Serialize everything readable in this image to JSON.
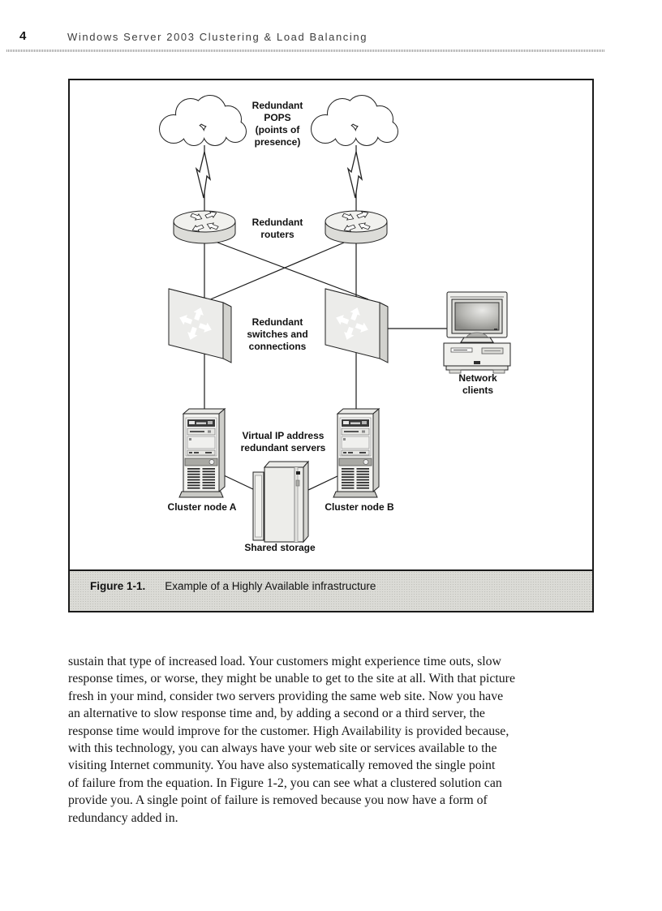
{
  "header": {
    "page_number": "4",
    "title": "Windows Server 2003 Clustering & Load Balancing"
  },
  "figure": {
    "caption_label": "Figure 1-1.",
    "caption_text": "Example of a Highly Available infrastructure",
    "labels": {
      "pops": [
        "Redundant",
        "POPS",
        "(points of",
        "presence)"
      ],
      "routers": [
        "Redundant",
        "routers"
      ],
      "switches": [
        "Redundant",
        "switches and",
        "connections"
      ],
      "clients": [
        "Network",
        "clients"
      ],
      "vip": [
        "Virtual IP address",
        "redundant servers"
      ],
      "node_a": "Cluster node A",
      "node_b": "Cluster node B",
      "storage": "Shared storage"
    },
    "icons": [
      "cloud-icon",
      "lightning-icon",
      "router-icon",
      "switch-icon",
      "server-icon",
      "storage-icon",
      "desktop-pc-icon"
    ]
  },
  "body": {
    "lines": [
      "sustain that type of increased load. Your customers might experience time outs, slow",
      "response times, or worse, they might be unable to get to the site at all. With that picture",
      "fresh in your mind, consider two servers providing the same web site. Now you have",
      "an alternative to slow response time and, by adding a second or a third server, the",
      "response time would improve for the customer. High Availability is provided because,",
      "with this technology, you can always have your web site or services available to the",
      "visiting Internet community. You have also systematically removed the single point",
      "of failure from the equation. In Figure 1-2, you can see what a clustered solution can",
      "provide you. A single point of failure is removed because you now have a form of",
      "redundancy added in."
    ]
  },
  "colors": {
    "page_bg": "#ffffff",
    "line": "#1a1a1a",
    "shape_light": "#f2f2f0",
    "shape_shade": "#d2d2ce",
    "caption_bg": "#dbdbd6"
  }
}
